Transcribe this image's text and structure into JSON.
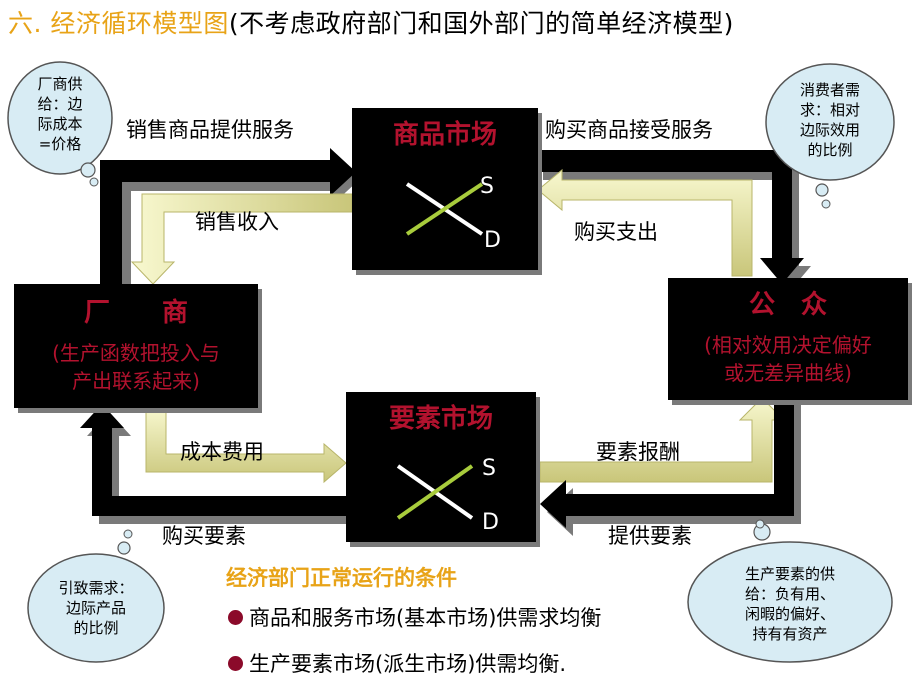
{
  "title": {
    "number": "六.",
    "main": "经济循环模型图",
    "sub": "(不考虑政府部门和国外部门的简单经济模型)"
  },
  "boxes": {
    "goods_market": {
      "title": "商品市场",
      "s": "S",
      "d": "D"
    },
    "firms": {
      "title": "厂　　商",
      "desc_line1": "(生产函数把投入与",
      "desc_line2": "产出联系起来)"
    },
    "households": {
      "title": "公　众",
      "desc_line1": "(相对效用决定偏好",
      "desc_line2": "或无差异曲线)"
    },
    "factor_market": {
      "title": "要素市场",
      "s": "S",
      "d": "D"
    }
  },
  "flows": {
    "sell_goods": "销售商品提供服务",
    "buy_goods": "购买商品接受服务",
    "sales_revenue": "销售收入",
    "purchase_spending": "购买支出",
    "cost": "成本费用",
    "factor_reward": "要素报酬",
    "buy_factors": "购买要素",
    "provide_factors": "提供要素"
  },
  "conditions": {
    "title": "经济部门正常运行的条件",
    "items": [
      "商品和服务市场(基本市场)供需求均衡",
      "生产要素市场(派生市场)供需均衡."
    ]
  },
  "clouds": {
    "firm_supply": [
      "厂商供",
      "给：边",
      "际成本",
      "=价格"
    ],
    "consumer_demand": [
      "消费者需",
      "求：相对",
      "边际效用",
      "的比例"
    ],
    "derived_demand": [
      "引致需求：",
      "边际产品",
      "的比例"
    ],
    "factor_supply": [
      "生产要素的供",
      "给：负有用、",
      "闲暇的偏好、",
      "持有有资产"
    ]
  },
  "colors": {
    "box_bg": "#000000",
    "box_text": "#b3122e",
    "title_orange": "#e8a317",
    "money_arrow": "#f0f0b0",
    "cloud_fill": "#d8ecf4",
    "curve_green": "#a8cc3c"
  }
}
